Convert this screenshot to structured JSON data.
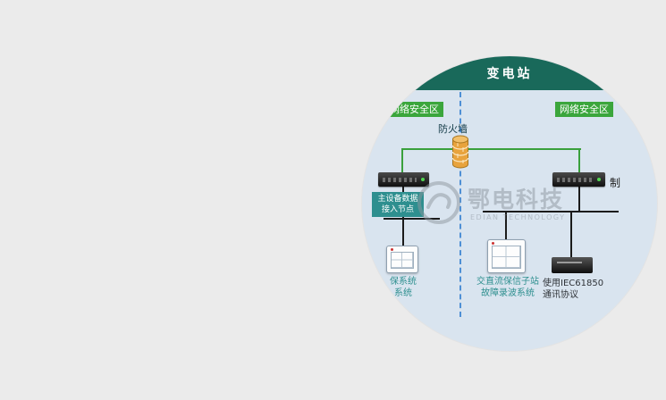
{
  "diagram": {
    "title": "变电站",
    "zone_left": "网络安全区",
    "zone_right": "网络安全区",
    "firewall_label": "防火墙",
    "node_box": {
      "line1": "主设备数据",
      "line2": "接入节点"
    },
    "side_label": "制",
    "labels": {
      "left": {
        "line1": "保系统",
        "line2": "系统"
      },
      "middle": {
        "line1": "交直流保信子站",
        "line2": "故障录波系统"
      },
      "right": {
        "line1": "使用IEC61850",
        "line2": "通讯协议"
      }
    },
    "watermark": {
      "cn": "鄂电科技",
      "en": "EDIAN TECHNOLOGY"
    },
    "colors": {
      "page_bg": "#ebebeb",
      "circle_bg": "#d9e4ef",
      "header_bg": "#19695a",
      "zone_green": "#3ba63c",
      "node_teal": "#2e8f8f",
      "line_green": "#3aa03c",
      "line_black": "#1b1b1b",
      "divider_blue": "#4e8fd5",
      "firewall_orange": "#e8a33d",
      "label_teal": "#2e8f8f"
    }
  }
}
